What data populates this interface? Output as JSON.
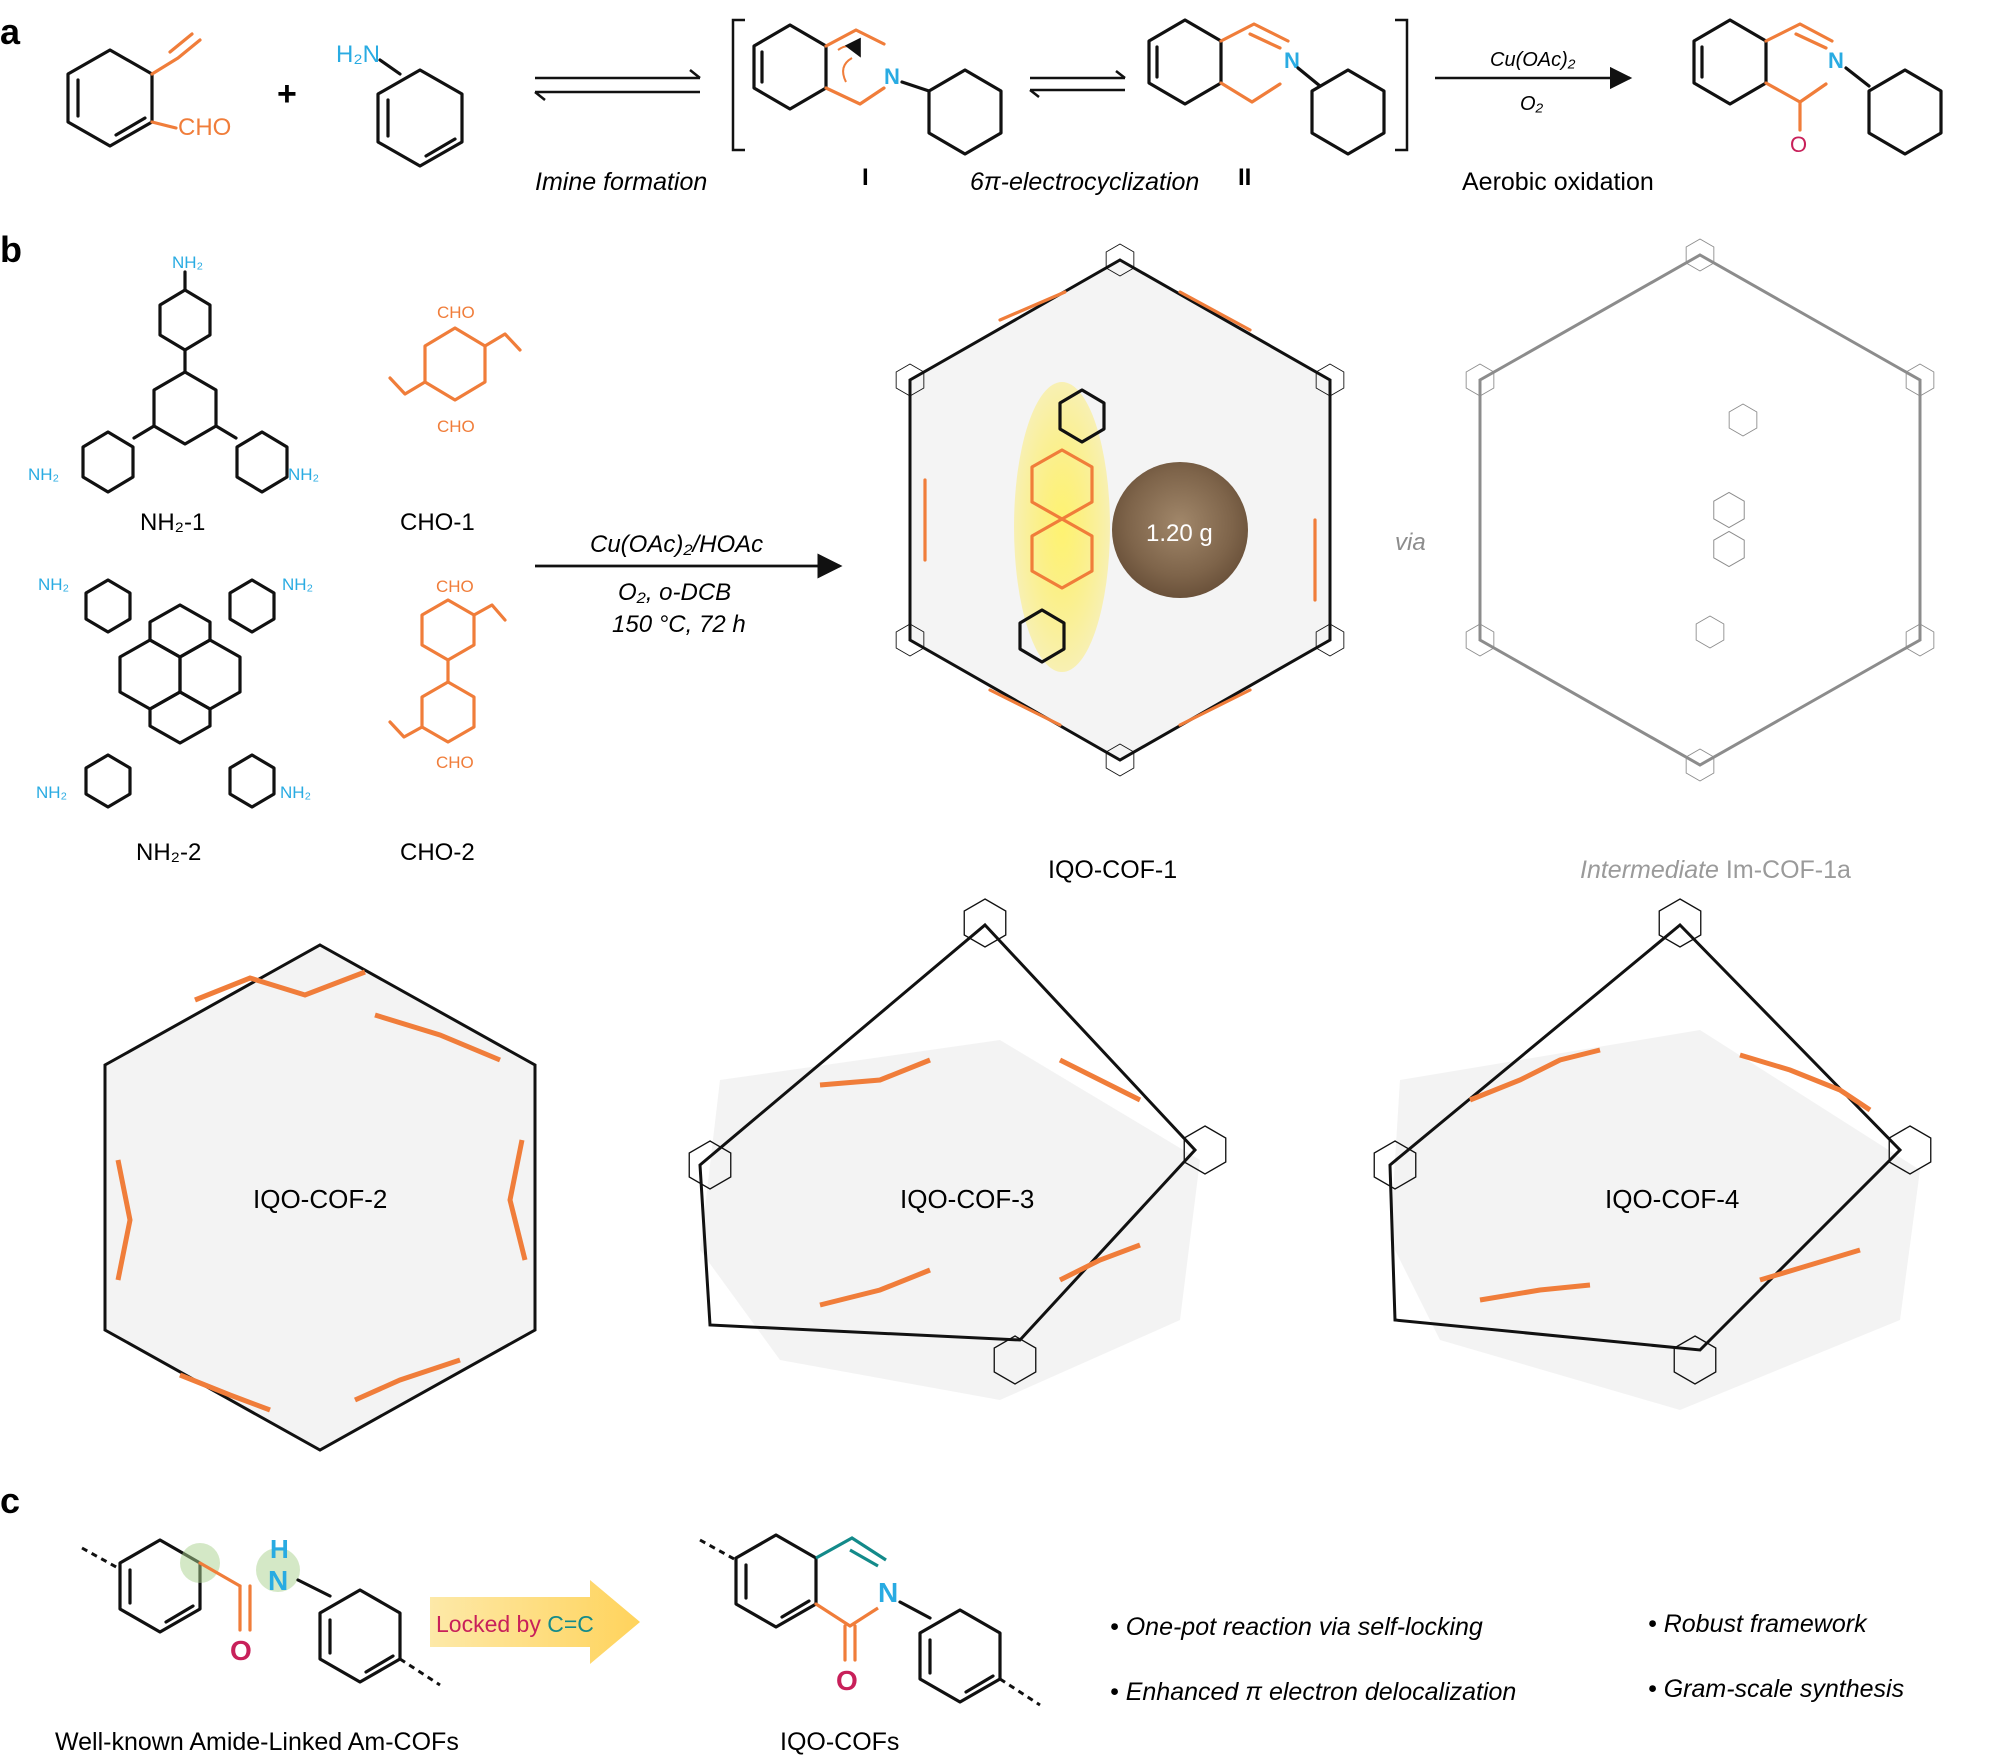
{
  "panels": {
    "a": "a",
    "b": "b",
    "c": "c"
  },
  "panel_a": {
    "aldehyde": "CHO",
    "plus": "+",
    "amine": "H₂N",
    "N": "N",
    "O": "O",
    "intermediate_I": "I",
    "intermediate_II": "II",
    "reagent_top": "Cu(OAc)₂",
    "reagent_bottom": "O₂",
    "step_imine": "Imine formation",
    "step_electro": "6π-electrocyclization",
    "step_oxidation": "Aerobic oxidation"
  },
  "panel_b": {
    "nh2": "NH₂",
    "cho": "CHO",
    "monomer_nh2_1": "NH₂-1",
    "monomer_cho_1": "CHO-1",
    "monomer_nh2_2": "NH₂-2",
    "monomer_cho_2": "CHO-2",
    "conditions_1": "Cu(OAc)₂/HOAc",
    "conditions_2": "O₂, o-DCB",
    "conditions_3": "150 °C, 72 h",
    "mass": "1.20 g",
    "via": "via",
    "cof_1": "IQO-COF-1",
    "intermediate_prefix": "Intermediate",
    "intermediate_name": "Im-COF-1a",
    "cof_2": "IQO-COF-2",
    "cof_3": "IQO-COF-3",
    "cof_4": "IQO-COF-4"
  },
  "panel_c": {
    "NH": "H",
    "N": "N",
    "O": "O",
    "arrow_label_prefix": "Locked by ",
    "arrow_label_bond": "C=C",
    "left_caption": "Well-known Amide-Linked Am-COFs",
    "right_caption": "IQO-COFs",
    "bullets": [
      "One-pot reaction via self-locking",
      "Enhanced π electron delocalization",
      "Robust framework",
      "Gram-scale synthesis"
    ],
    "bullet_mark": "•"
  },
  "colors": {
    "orange": "#f07d3a",
    "blue": "#29abe2",
    "red": "#c8205a",
    "grey": "#8c8c8c",
    "highlight": "#ffe93a",
    "teal": "#138a8a"
  }
}
